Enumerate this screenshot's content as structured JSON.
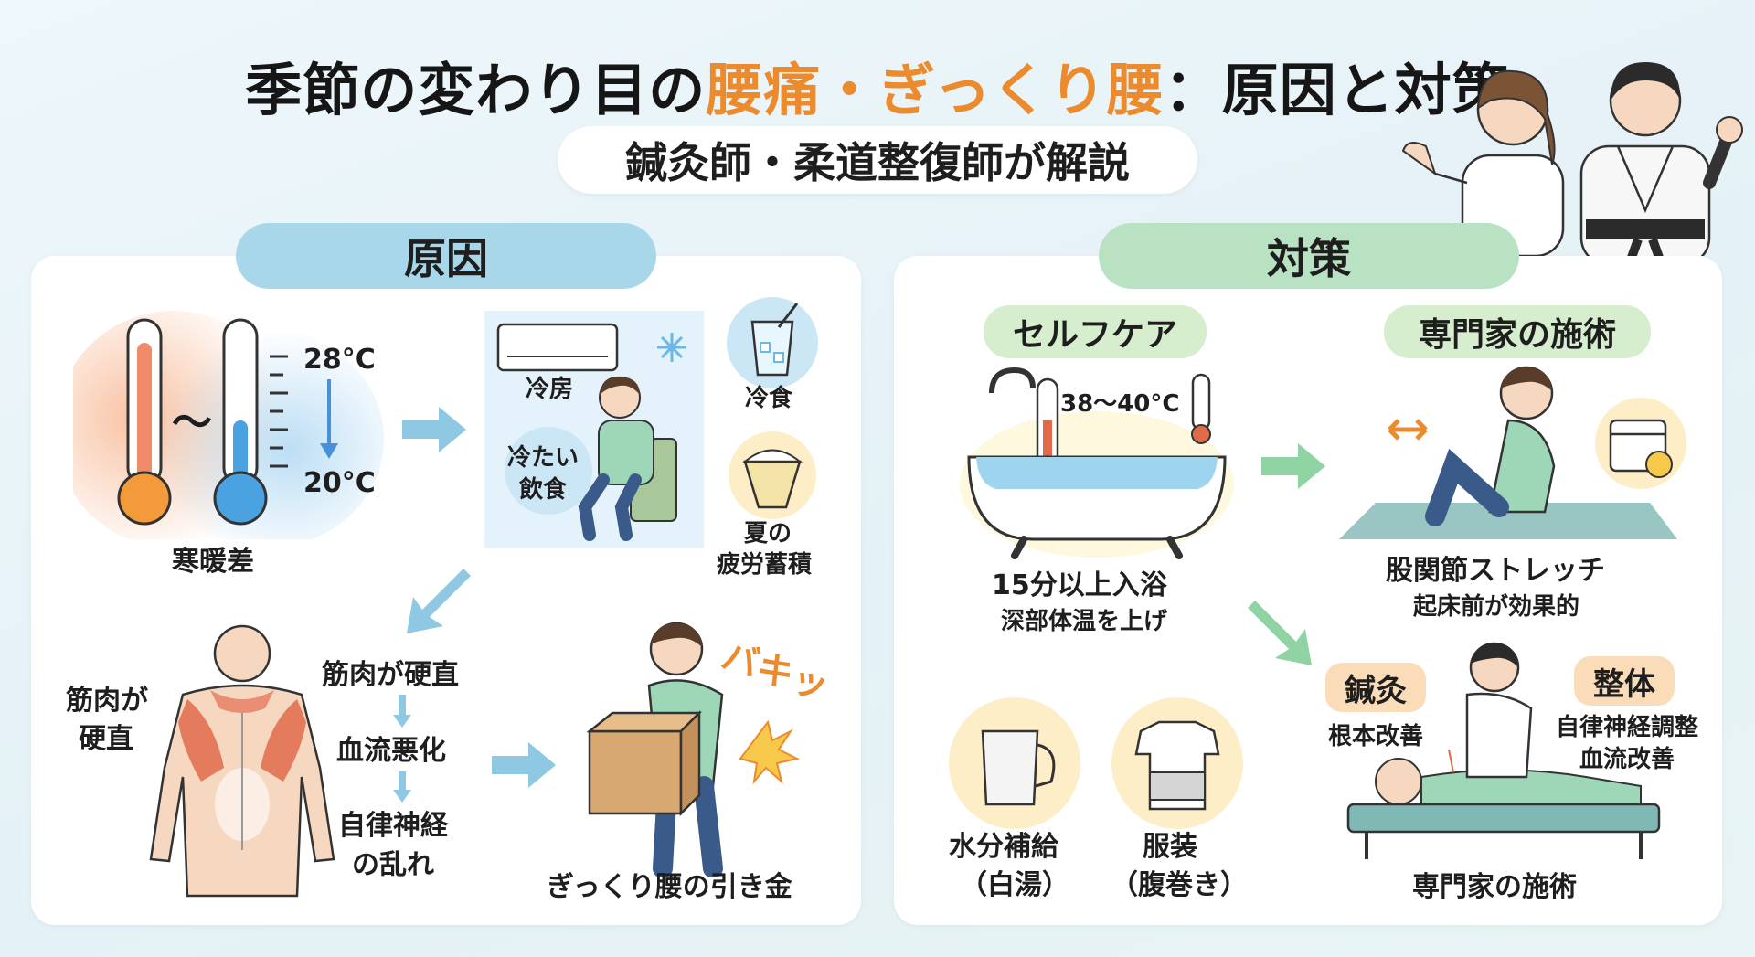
{
  "header": {
    "title_prefix": "季節の変わり目の",
    "title_accent": "腰痛・ぎっくり腰",
    "title_suffix": "：原因と対策",
    "subtitle": "鍼灸師・柔道整復師が解説"
  },
  "causes": {
    "heading": "原因",
    "temp_high": "28°C",
    "temp_low": "20°C",
    "tilde": "〜",
    "temp_diff": "寒暖差",
    "cooling": "冷房",
    "cold_drink_line1": "冷たい",
    "cold_drink_line2": "飲食",
    "cold_food": "冷食",
    "summer_fatigue_line1": "夏の",
    "summer_fatigue_line2": "疲労蓄積",
    "muscle_left_line1": "筋肉が",
    "muscle_left_line2": "硬直",
    "muscle_stiff": "筋肉が硬直",
    "blood_flow": "血流悪化",
    "autonomic_line1": "自律神経",
    "autonomic_line2": "の乱れ",
    "bakiku": "バキッ",
    "trigger": "ぎっくり腰の引き金"
  },
  "measures": {
    "heading": "対策",
    "selfcare_tag": "セルフケア",
    "pro_tag": "専門家の施術",
    "bath_temp": "38〜40°C",
    "bath_line1": "15分以上入浴",
    "bath_line2": "深部体温を上げ",
    "stretch_line1": "股関節ストレッチ",
    "stretch_line2": "起床前が効果的",
    "water_line1": "水分補給",
    "water_line2": "（白湯）",
    "clothes_line1": "服装",
    "clothes_line2": "（腹巻き）",
    "acupuncture_tag": "鍼灸",
    "acupuncture_desc": "根本改善",
    "seitai_tag": "整体",
    "seitai_desc_line1": "自律神経調整",
    "seitai_desc_line2": "血流改善",
    "pro_caption": "専門家の施術"
  },
  "colors": {
    "accent": "#ec8a2e",
    "arrow_blue": "#8ec8e2",
    "arrow_green": "#8fd3a3",
    "pill_blue": "#a9d7ea",
    "pill_green": "#b8e2c2"
  }
}
